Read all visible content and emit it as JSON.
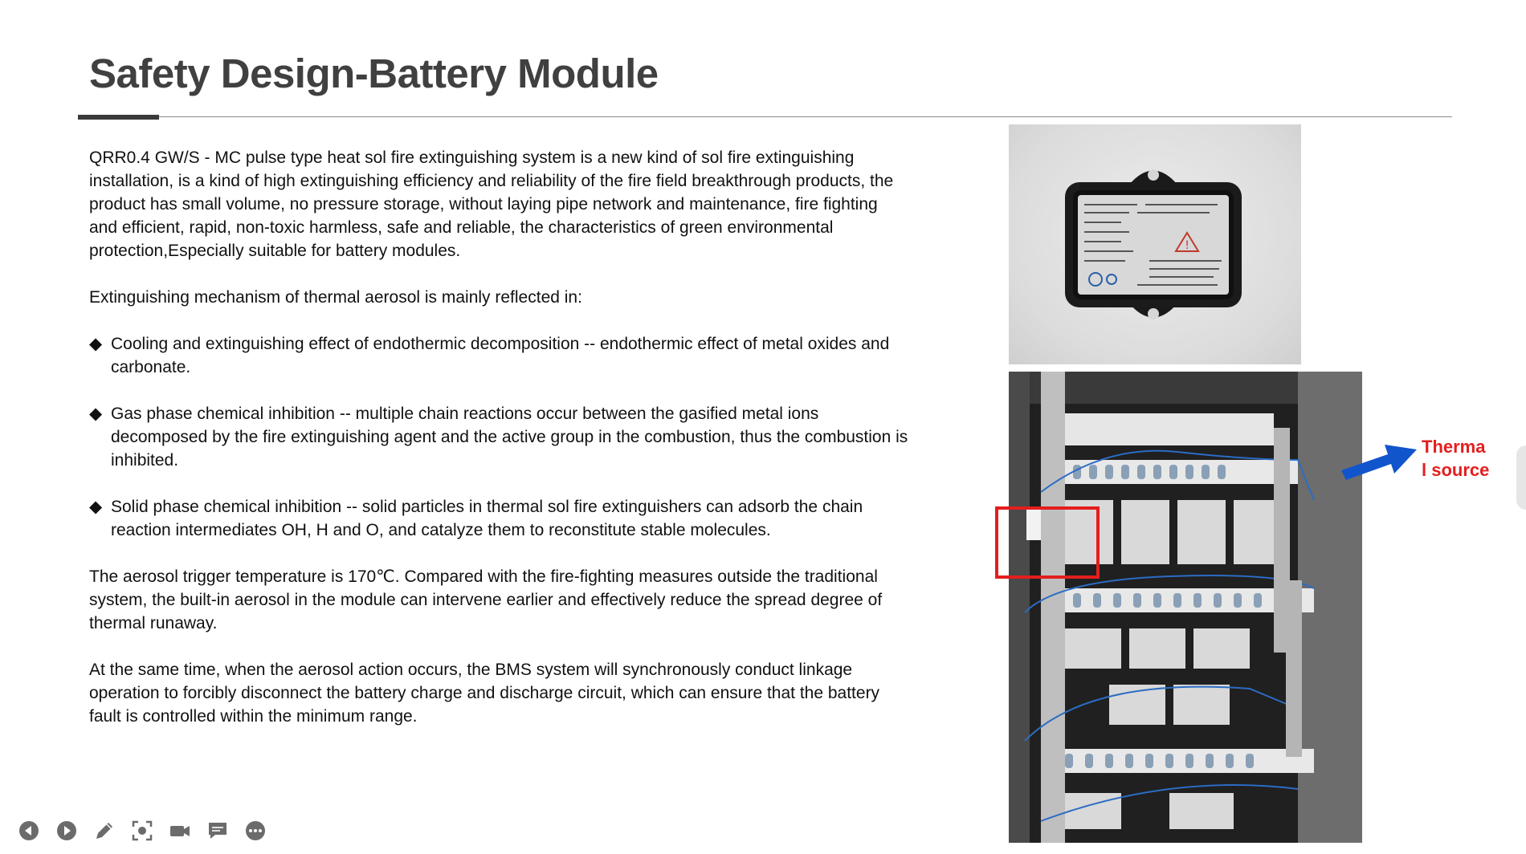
{
  "slide": {
    "title": "Safety Design-Battery Module",
    "intro": "QRR0.4 GW/S - MC pulse type heat sol fire extinguishing system is a new kind of sol fire extinguishing installation, is a kind of high extinguishing efficiency and reliability of the fire field breakthrough products, the product has small volume, no pressure storage, without laying pipe network and maintenance, fire fighting and efficient, rapid, non-toxic harmless, safe and reliable, the characteristics of green environmental protection,Especially suitable for battery modules.",
    "mechanism_heading": "Extinguishing mechanism of thermal aerosol is mainly reflected in:",
    "bullet_symbol": "◆",
    "bullets": [
      "Cooling and extinguishing effect of endothermic decomposition -- endothermic effect of metal oxides and carbonate.",
      "Gas phase chemical inhibition -- multiple chain reactions occur between the gasified metal ions decomposed by the fire extinguishing agent and the active group in the combustion, thus the combustion is inhibited.",
      "Solid phase chemical inhibition -- solid particles in thermal sol fire extinguishers can adsorb the chain reaction intermediates OH, H and O, and catalyze them to reconstitute stable molecules."
    ],
    "trigger_paragraph": "The aerosol trigger temperature is 170℃. Compared with the fire-fighting measures outside the traditional system, the built-in aerosol in the module can intervene earlier and effectively reduce the spread degree of thermal runaway.",
    "bms_paragraph": "At the same time, when the aerosol action occurs, the BMS system will synchronously conduct linkage operation to forcibly disconnect the battery charge and discharge circuit, which can ensure that the battery fault is controlled within the minimum range.",
    "thermal_label_line1": "Therma",
    "thermal_label_line2": "l source"
  },
  "colors": {
    "title": "#404040",
    "callout": "#e41e1e",
    "arrow": "#1155cc",
    "toolbar_icon": "#6b6b6b"
  },
  "toolbar": {
    "icons": [
      "previous-icon",
      "next-icon",
      "pen-icon",
      "screenshot-icon",
      "camera-icon",
      "comment-icon",
      "more-icon"
    ]
  }
}
